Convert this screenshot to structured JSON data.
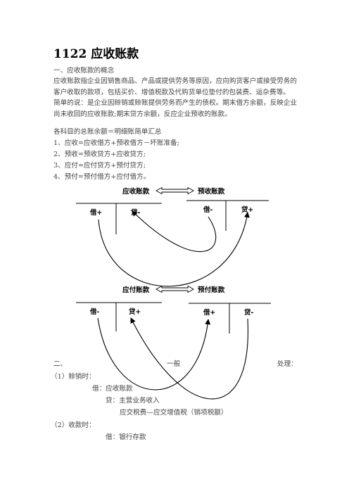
{
  "title": "1122  应收账款",
  "section1": {
    "heading": "一、应收账款的概念",
    "para1": "应收账款指企业因销售商品、产品或提供劳务等原因，应向购货客户或接受劳务的客户收取的款项，包括买价、增值税款及代购货单位垫付的包装费、运杂费等。",
    "para2": "简单的说：是企业因赊销或赊账提供劳务而产生的债权。期末借方余额，反映企业尚未收回的应收账款;期末贷方余额，反应企业预收的账款。",
    "summary": "各科目的总账余额＝明细账简单汇总",
    "rules": [
      "1、应收=应收借方+预收借方－坏账准备;",
      "2、预收=预收贷方+应收贷方;",
      "3、应付=应付贷方+预付贷方;",
      "4、预付=预付借方+应付借方。"
    ]
  },
  "diagram": {
    "top_left": {
      "name": "应收账款",
      "debit": "借+",
      "credit": "贷-"
    },
    "top_right": {
      "name": "预收账款",
      "debit": "借-",
      "credit": "贷+"
    },
    "bottom_left": {
      "name": "应付账款",
      "debit": "借-",
      "credit": "贷+"
    },
    "bottom_right": {
      "name": "预付账款",
      "debit": "借+",
      "credit": "贷-"
    }
  },
  "section2": {
    "heading_left": "二、",
    "heading_mid": "一般",
    "heading_right": "处理：",
    "item1": "（1）赊销时：",
    "entry1_debit": "借：应收账款",
    "entry1_credit1": "贷：主营业务收入",
    "entry1_credit2": "应交税费—应交增值税（销项税额）",
    "item2": "（2）收款时：",
    "entry2_debit": "借：银行存款"
  }
}
